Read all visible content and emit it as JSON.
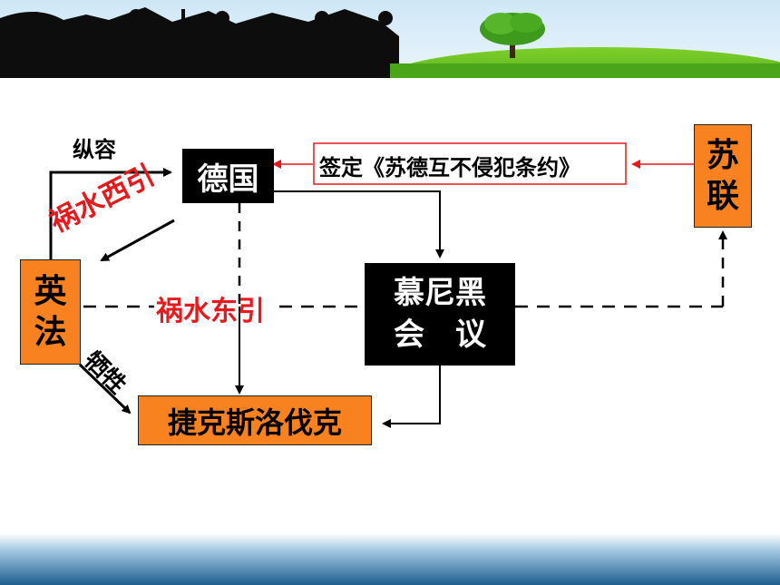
{
  "nodes": {
    "germany": "德国",
    "britain_france_line1": "英",
    "britain_france_line2": "法",
    "soviet_line1": "苏",
    "soviet_line2": "联",
    "munich_line1": "慕尼黑",
    "munich_line2": "会　议",
    "czech": "捷克斯洛伐克"
  },
  "labels": {
    "connive": "纵容",
    "west_disaster": "祸水西引",
    "east_disaster": "祸水东引",
    "sacrifice": "牺牲",
    "treaty": "签定《苏德互不侵犯条约》"
  },
  "colors": {
    "orange": "#f7821f",
    "red": "#e8191c",
    "black": "#000000"
  }
}
